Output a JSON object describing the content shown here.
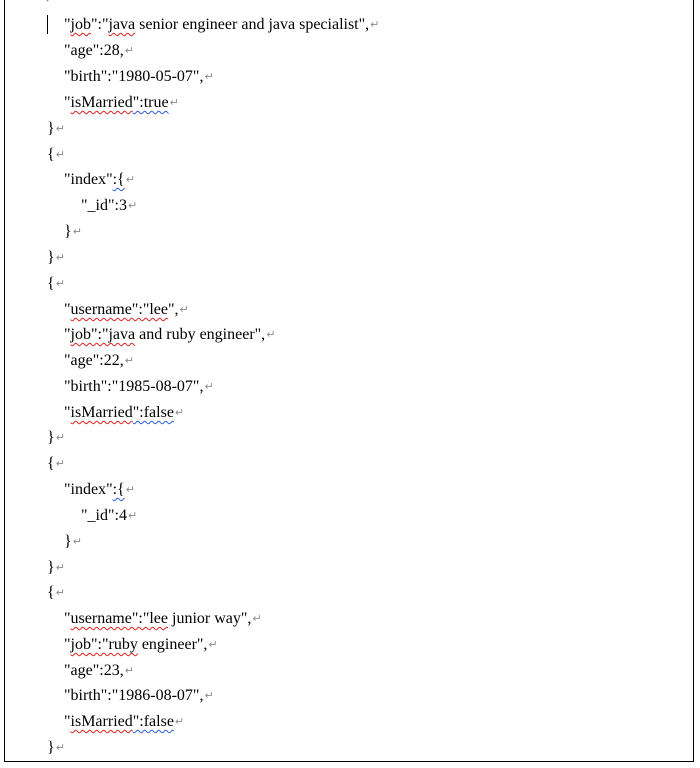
{
  "document": {
    "paragraph_mark": "↵",
    "lines": [
      {
        "parts": [
          {
            "t": "\""
          },
          {
            "t": "job",
            "sq": "red"
          },
          {
            "t": "\":\""
          },
          {
            "t": "java",
            "sq": "red"
          },
          {
            "t": " senior engineer and java specialist\","
          }
        ]
      },
      {
        "parts": [
          {
            "t": "\"age\":28,"
          }
        ]
      },
      {
        "parts": [
          {
            "t": "\"birth\":\"1980-05-07\","
          }
        ]
      },
      {
        "parts": [
          {
            "t": "\""
          },
          {
            "t": "isMarried",
            "sq": "red"
          },
          {
            "t": "\":true",
            "sq": "blue"
          }
        ]
      },
      {
        "parts": [
          {
            "t": "}"
          }
        ]
      },
      {
        "parts": [
          {
            "t": "{"
          }
        ]
      },
      {
        "parts": [
          {
            "t": "\"index\""
          },
          {
            "t": ":{",
            "sq": "blue"
          }
        ]
      },
      {
        "parts": [
          {
            "t": "\"_id\":3"
          }
        ]
      },
      {
        "parts": [
          {
            "t": "}"
          }
        ]
      },
      {
        "parts": [
          {
            "t": "}"
          }
        ]
      },
      {
        "parts": [
          {
            "t": "{"
          }
        ]
      },
      {
        "parts": [
          {
            "t": "\""
          },
          {
            "t": "username\":\"lee",
            "sq": "red"
          },
          {
            "t": "\","
          }
        ]
      },
      {
        "parts": [
          {
            "t": "\""
          },
          {
            "t": "job\":\"java",
            "sq": "red"
          },
          {
            "t": " and ruby engineer\","
          }
        ]
      },
      {
        "parts": [
          {
            "t": "\"age\":22,"
          }
        ]
      },
      {
        "parts": [
          {
            "t": "\"birth\":\"1985-08-07\","
          }
        ]
      },
      {
        "parts": [
          {
            "t": "\""
          },
          {
            "t": "isMarried",
            "sq": "red"
          },
          {
            "t": "\":false",
            "sq": "blue"
          }
        ]
      },
      {
        "parts": [
          {
            "t": "}"
          }
        ]
      },
      {
        "parts": [
          {
            "t": "{"
          }
        ]
      },
      {
        "parts": [
          {
            "t": "\"index\""
          },
          {
            "t": ":{",
            "sq": "blue"
          }
        ]
      },
      {
        "parts": [
          {
            "t": "\"_id\":4"
          }
        ]
      },
      {
        "parts": [
          {
            "t": "}"
          }
        ]
      },
      {
        "parts": [
          {
            "t": "}"
          }
        ]
      },
      {
        "parts": [
          {
            "t": "{"
          }
        ]
      },
      {
        "parts": [
          {
            "t": "\""
          },
          {
            "t": "username\":\"lee",
            "sq": "red"
          },
          {
            "t": " junior way\","
          }
        ]
      },
      {
        "parts": [
          {
            "t": "\""
          },
          {
            "t": "job\":\"ruby",
            "sq": "red"
          },
          {
            "t": " engineer\","
          }
        ]
      },
      {
        "parts": [
          {
            "t": "\"age\":23,"
          }
        ]
      },
      {
        "parts": [
          {
            "t": "\"birth\":\"1986-08-07\","
          }
        ]
      },
      {
        "parts": [
          {
            "t": "\""
          },
          {
            "t": "isMarried",
            "sq": "red"
          },
          {
            "t": "\":false",
            "sq": "blue"
          }
        ]
      },
      {
        "parts": [
          {
            "t": "}"
          }
        ]
      }
    ]
  }
}
